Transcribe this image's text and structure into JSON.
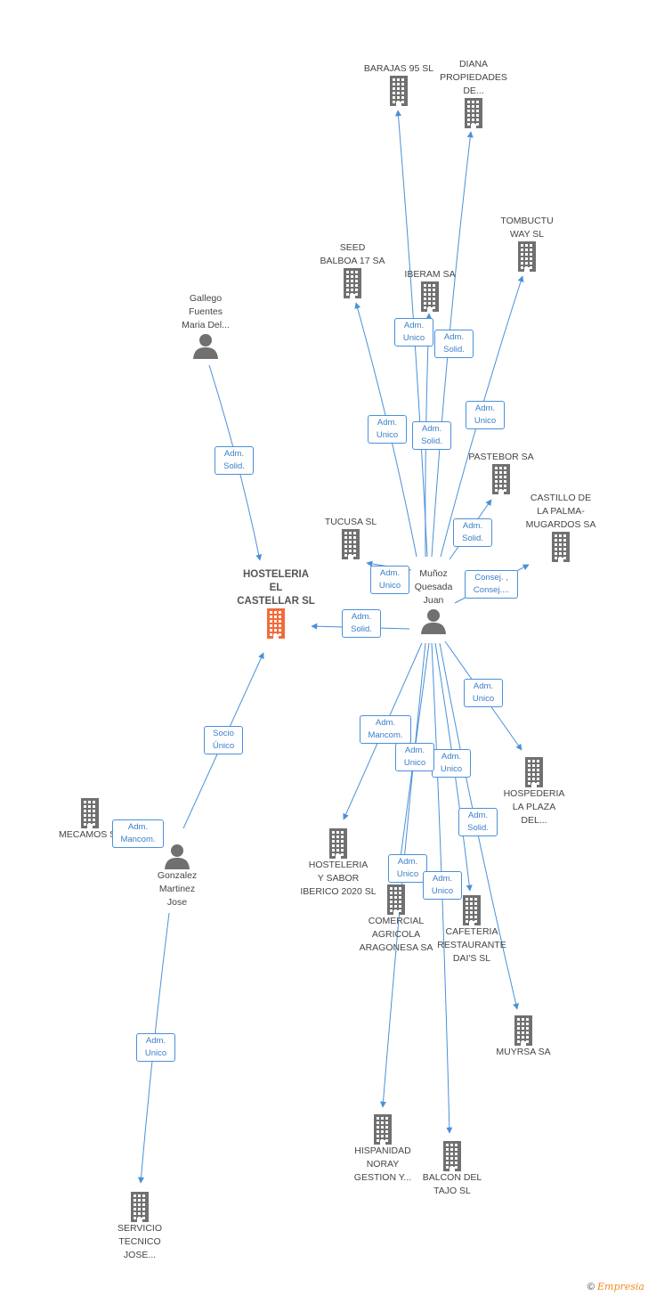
{
  "diagram": {
    "nodes": [
      {
        "id": "hosteleria",
        "label": "HOSTELERIA\nEL\nCASTELLAR SL",
        "type": "company",
        "main": true
      },
      {
        "id": "munoz",
        "label": "Muñoz\nQuesada\nJuan",
        "type": "person"
      },
      {
        "id": "gallego",
        "label": "Gallego\nFuentes\nMaria Del...",
        "type": "person"
      },
      {
        "id": "gonzalez",
        "label": "Gonzalez\nMartinez\nJose",
        "type": "person"
      },
      {
        "id": "barajas",
        "label": "BARAJAS 95 SL",
        "type": "company"
      },
      {
        "id": "diana",
        "label": "DIANA\nPROPIEDADES\nDE...",
        "type": "company"
      },
      {
        "id": "tombuctu",
        "label": "TOMBUCTU\nWAY SL",
        "type": "company"
      },
      {
        "id": "seed",
        "label": "SEED\nBALBOA 17 SA",
        "type": "company"
      },
      {
        "id": "iberam",
        "label": "IBERAM SA",
        "type": "company"
      },
      {
        "id": "pastebor",
        "label": "PASTEBOR SA",
        "type": "company"
      },
      {
        "id": "castillo",
        "label": "CASTILLO DE\nLA PALMA-\nMUGARDOS SA",
        "type": "company"
      },
      {
        "id": "tucusa",
        "label": "TUCUSA  SL",
        "type": "company"
      },
      {
        "id": "hospederia",
        "label": "HOSPEDERIA\nLA PLAZA\nDEL...",
        "type": "company"
      },
      {
        "id": "hostsabor",
        "label": "HOSTELERIA\nY SABOR\nIBERICO 2020 SL",
        "type": "company"
      },
      {
        "id": "comercial",
        "label": "COMERCIAL\nAGRICOLA\nARAGONESA SA",
        "type": "company"
      },
      {
        "id": "cafeteria",
        "label": "CAFETERIA\nRESTAURANTE\nDAI'S  SL",
        "type": "company"
      },
      {
        "id": "muyrsa",
        "label": "MUYRSA SA",
        "type": "company"
      },
      {
        "id": "hispanidad",
        "label": "HISPANIDAD\nNORAY\nGESTION Y...",
        "type": "company"
      },
      {
        "id": "balcon",
        "label": "BALCON DEL\nTAJO SL",
        "type": "company"
      },
      {
        "id": "mecamos",
        "label": "MECAMOS SL",
        "type": "company"
      },
      {
        "id": "servicio",
        "label": "SERVICIO\nTECNICO\nJOSE...",
        "type": "company"
      }
    ],
    "edges": [
      {
        "from": "munoz",
        "to": "barajas",
        "label": "Adm.\nUnico"
      },
      {
        "from": "munoz",
        "to": "diana",
        "label": "Adm.\nSolid."
      },
      {
        "from": "munoz",
        "to": "seed",
        "label": "Adm.\nUnico"
      },
      {
        "from": "munoz",
        "to": "iberam",
        "label": "Adm.\nSolid."
      },
      {
        "from": "munoz",
        "to": "tombuctu",
        "label": "Adm.\nUnico"
      },
      {
        "from": "munoz",
        "to": "pastebor",
        "label": "Adm.\nSolid."
      },
      {
        "from": "munoz",
        "to": "castillo",
        "label": "Consej. ,\nConsej...."
      },
      {
        "from": "munoz",
        "to": "tucusa",
        "label": "Adm.\nUnico"
      },
      {
        "from": "munoz",
        "to": "hosteleria",
        "label": "Adm.\nSolid."
      },
      {
        "from": "gallego",
        "to": "hosteleria",
        "label": "Adm.\nSolid."
      },
      {
        "from": "gonzalez",
        "to": "hosteleria",
        "label": "Socio\nÚnico"
      },
      {
        "from": "gonzalez",
        "to": "mecamos",
        "label": "Adm.\nMancom."
      },
      {
        "from": "gonzalez",
        "to": "servicio",
        "label": "Adm.\nUnico"
      },
      {
        "from": "munoz",
        "to": "hospederia",
        "label": "Adm.\nUnico"
      },
      {
        "from": "munoz",
        "to": "hostsabor",
        "label": "Adm.\nMancom."
      },
      {
        "from": "munoz",
        "to": "hispanidad",
        "label": "Adm.\nUnico"
      },
      {
        "from": "munoz",
        "to": "cafeteria",
        "label": "Adm.\nUnico"
      },
      {
        "from": "munoz",
        "to": "muyrsa",
        "label": "Adm.\nSolid."
      },
      {
        "from": "munoz",
        "to": "comercial",
        "label": "Adm.\nUnico"
      },
      {
        "from": "munoz",
        "to": "balcon",
        "label": "Adm.\nUnico"
      }
    ],
    "colors": {
      "edge": "#4a90d9",
      "company_icon": "#707070",
      "person_icon": "#707070",
      "main_icon": "#f26b3a"
    }
  },
  "footer": {
    "copyright": "©",
    "brand": "Empresia"
  }
}
